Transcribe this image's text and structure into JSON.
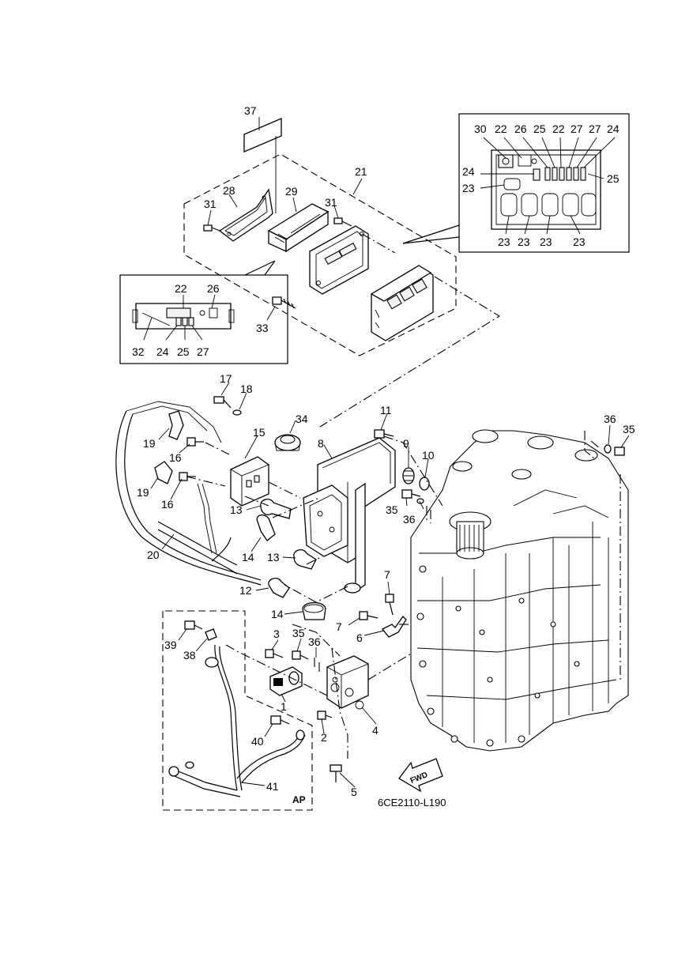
{
  "diagram": {
    "code": "6CE2110-L190",
    "ap_label": "AP",
    "fwd_label": "FWD",
    "callouts": {
      "c1": "1",
      "c2": "2",
      "c3": "3",
      "c4": "4",
      "c5": "5",
      "c6": "6",
      "c7a": "7",
      "c7b": "7",
      "c8": "8",
      "c9": "9",
      "c10": "10",
      "c11": "11",
      "c12": "12",
      "c13a": "13",
      "c13b": "13",
      "c14a": "14",
      "c14b": "14",
      "c15": "15",
      "c16a": "16",
      "c16b": "16",
      "c17": "17",
      "c18": "18",
      "c19a": "19",
      "c19b": "19",
      "c20": "20",
      "c21": "21",
      "c28": "28",
      "c29": "29",
      "c31a": "31",
      "c31b": "31",
      "c33": "33",
      "c34": "34",
      "c35a": "35",
      "c35b": "35",
      "c35c": "35",
      "c36a": "36",
      "c36b": "36",
      "c36c": "36",
      "c37": "37",
      "c38": "38",
      "c39": "39",
      "c40": "40",
      "c41": "41"
    },
    "inset_left": {
      "c22": "22",
      "c26": "26",
      "c32": "32",
      "c24": "24",
      "c25": "25",
      "c27": "27"
    },
    "inset_right": {
      "c30": "30",
      "c22a": "22",
      "c26": "26",
      "c25a": "25",
      "c22b": "22",
      "c27a": "27",
      "c27b": "27",
      "c24a": "24",
      "c24b": "24",
      "c25b": "25",
      "c23a": "23",
      "c23b": "23",
      "c23c": "23",
      "c23d": "23",
      "c23e": "23"
    }
  }
}
